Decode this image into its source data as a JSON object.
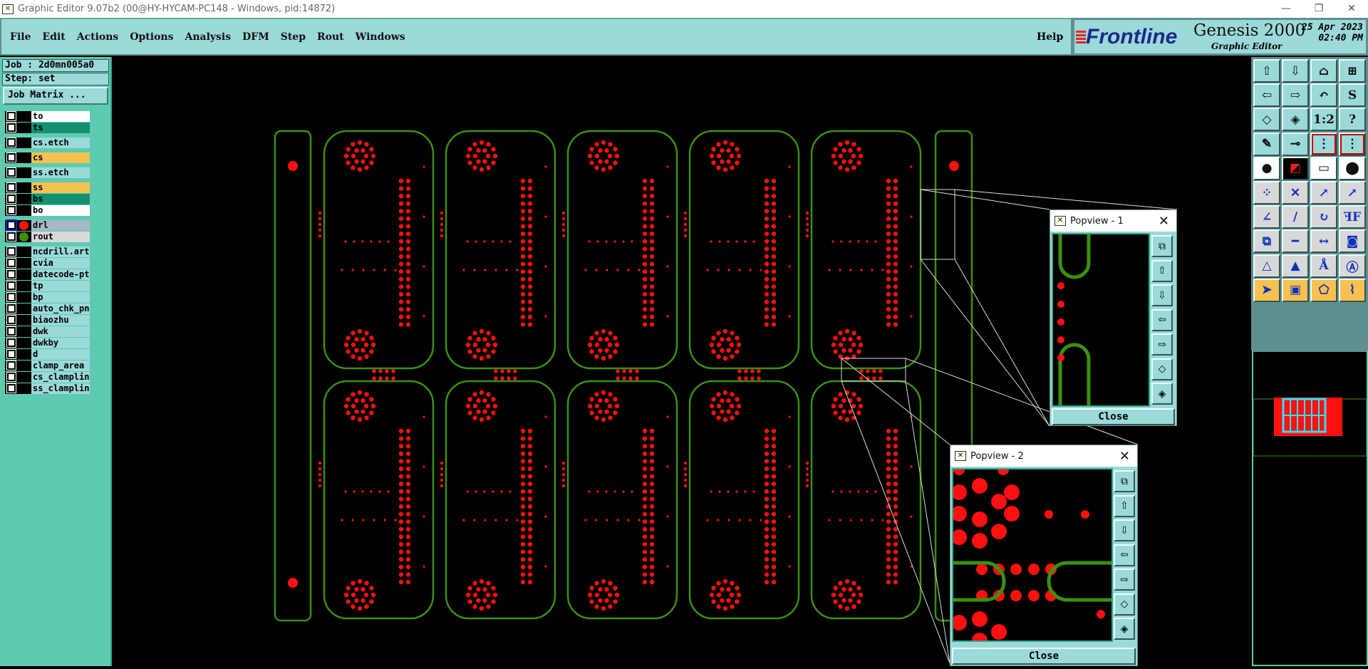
{
  "window": {
    "title": "Graphic Editor 9.07b2 (00@HY-HYCAM-PC148 - Windows, pid:14872)",
    "minimize": "—",
    "maximize": "❐",
    "close": "✕"
  },
  "menu": [
    "File",
    "Edit",
    "Actions",
    "Options",
    "Analysis",
    "DFM",
    "Step",
    "Rout",
    "Windows"
  ],
  "help": "Help",
  "brand": {
    "logo": "Frontline",
    "product": "Genesis 2000",
    "subtitle": "Graphic Editor",
    "date": "25 Apr 2023",
    "time": "02:40 PM"
  },
  "job": {
    "job_label": "Job : 2d0mn005a0",
    "step_label": "Step: set",
    "matrix_button": "Job Matrix ..."
  },
  "layers": [
    {
      "name": "to",
      "color": "#ffffff",
      "group": 0
    },
    {
      "name": "ts",
      "color": "#139070",
      "group": 0
    },
    {
      "name": "cs.etch",
      "color": "#9cd9d9",
      "group": 1
    },
    {
      "name": "cs",
      "color": "#f8c050",
      "group": 2
    },
    {
      "name": "ss.etch",
      "color": "#9cd9d9",
      "group": 3
    },
    {
      "name": "ss",
      "color": "#f8c050",
      "group": 4
    },
    {
      "name": "bs",
      "color": "#139070",
      "group": 4
    },
    {
      "name": "bo",
      "color": "#ffffff",
      "group": 4
    },
    {
      "name": "drl",
      "color": "#a8b8c4",
      "group": 5,
      "display": "#ff1010",
      "active": true
    },
    {
      "name": "rout",
      "color": "#d8d8d8",
      "group": 5,
      "display": "#3a9010"
    },
    {
      "name": "ncdrill.art",
      "color": "#9cd9d9",
      "group": 6
    },
    {
      "name": "cvia",
      "color": "#9cd9d9",
      "group": 6
    },
    {
      "name": "datecode-ptc",
      "color": "#9cd9d9",
      "group": 6
    },
    {
      "name": "tp",
      "color": "#9cd9d9",
      "group": 6
    },
    {
      "name": "bp",
      "color": "#9cd9d9",
      "group": 6
    },
    {
      "name": "auto_chk_pnl",
      "color": "#9cd9d9",
      "group": 6
    },
    {
      "name": "biaozhu",
      "color": "#9cd9d9",
      "group": 6
    },
    {
      "name": "dwk",
      "color": "#9cd9d9",
      "group": 6
    },
    {
      "name": "dwkby",
      "color": "#9cd9d9",
      "group": 6
    },
    {
      "name": "d",
      "color": "#9cd9d9",
      "group": 6
    },
    {
      "name": "clamp_area",
      "color": "#9cd9d9",
      "group": 6
    },
    {
      "name": "cs_clampline",
      "color": "#9cd9d9",
      "group": 6
    },
    {
      "name": "ss_clampline",
      "color": "#9cd9d9",
      "group": 6
    }
  ],
  "tools": [
    {
      "icon": "pan-up-icon",
      "glyph": "⇧",
      "bg": "#9cd9d9"
    },
    {
      "icon": "pan-down-icon",
      "glyph": "⇩",
      "bg": "#9cd9d9"
    },
    {
      "icon": "home-icon",
      "glyph": "⌂",
      "bg": "#9cd9d9"
    },
    {
      "icon": "xy-grid-icon",
      "glyph": "⊞",
      "bg": "#9cd9d9"
    },
    {
      "icon": "pan-left-icon",
      "glyph": "⇦",
      "bg": "#9cd9d9"
    },
    {
      "icon": "pan-right-icon",
      "glyph": "⇨",
      "bg": "#9cd9d9"
    },
    {
      "icon": "undo-view-icon",
      "glyph": "↶",
      "bg": "#9cd9d9"
    },
    {
      "icon": "snake-icon",
      "glyph": "S",
      "bg": "#9cd9d9"
    },
    {
      "icon": "zoom-out-icon",
      "glyph": "◇",
      "bg": "#9cd9d9"
    },
    {
      "icon": "zoom-in-icon",
      "glyph": "◈",
      "bg": "#9cd9d9"
    },
    {
      "icon": "scale-1-2-icon",
      "glyph": "1:2",
      "bg": "#9cd9d9"
    },
    {
      "icon": "help-icon",
      "glyph": "?",
      "bg": "#9cd9d9"
    },
    {
      "icon": "tools-palette-icon",
      "glyph": "✎",
      "bg": "#9cd9d9"
    },
    {
      "icon": "snap-icon",
      "glyph": "⊸",
      "bg": "#9cd9d9"
    },
    {
      "icon": "net-traffic-light-icon",
      "glyph": "⋮",
      "bg": "#9cd9d9"
    },
    {
      "icon": "net-traffic-light-2-icon",
      "glyph": "⋮",
      "bg": "#9cd9d9"
    },
    {
      "icon": "add-pad-icon",
      "glyph": "●",
      "bg": "#ffffff"
    },
    {
      "icon": "feature-select-icon",
      "glyph": "◩",
      "bg": "#000000"
    },
    {
      "icon": "ruler-icon",
      "glyph": "▭",
      "bg": "#ffffff"
    },
    {
      "icon": "pad-outline-icon",
      "glyph": "⬤",
      "bg": "#ffffff"
    },
    {
      "icon": "connect-icon",
      "glyph": "⁘",
      "bg": "#d8d8d8"
    },
    {
      "icon": "delete-icon",
      "glyph": "✕",
      "bg": "#d8d8d8"
    },
    {
      "icon": "move-pad-icon",
      "glyph": "↗",
      "bg": "#d8d8d8"
    },
    {
      "icon": "copy-pad-icon",
      "glyph": "↗",
      "bg": "#d8d8d8"
    },
    {
      "icon": "line-move-icon",
      "glyph": "∠",
      "bg": "#d8d8d8"
    },
    {
      "icon": "line-stretch-icon",
      "glyph": "/",
      "bg": "#d8d8d8"
    },
    {
      "icon": "rotate-icon",
      "glyph": "↻",
      "bg": "#d8d8d8"
    },
    {
      "icon": "mirror-icon",
      "glyph": "ꟻF",
      "bg": "#d8d8d8"
    },
    {
      "icon": "resize-icon",
      "glyph": "⧉",
      "bg": "#d8d8d8"
    },
    {
      "icon": "line-icon",
      "glyph": "━",
      "bg": "#d8d8d8"
    },
    {
      "icon": "measure-icon",
      "glyph": "↔",
      "bg": "#d8d8d8"
    },
    {
      "icon": "contour-icon",
      "glyph": "◙",
      "bg": "#d8d8d8"
    },
    {
      "icon": "arc-icon",
      "glyph": "△",
      "bg": "#d8d8d8"
    },
    {
      "icon": "arc-2-icon",
      "glyph": "▲",
      "bg": "#d8d8d8"
    },
    {
      "icon": "arc-3-icon",
      "glyph": "Å",
      "bg": "#d8d8d8"
    },
    {
      "icon": "arc-4-icon",
      "glyph": "Ⓐ",
      "bg": "#d8d8d8"
    },
    {
      "icon": "select-icon",
      "glyph": "➤",
      "bg": "#f8c050"
    },
    {
      "icon": "select-box-icon",
      "glyph": "▣",
      "bg": "#f8c050"
    },
    {
      "icon": "select-poly-icon",
      "glyph": "⬠",
      "bg": "#f8c050"
    },
    {
      "icon": "select-net-icon",
      "glyph": "⌇",
      "bg": "#f8c050"
    }
  ],
  "popviews": [
    {
      "title": "Popview - 1",
      "close_label": "Close"
    },
    {
      "title": "Popview - 2",
      "close_label": "Close"
    }
  ],
  "popview_tools": [
    {
      "icon": "popview-fit-icon",
      "glyph": "⧉"
    },
    {
      "icon": "pan-up-icon",
      "glyph": "⇧"
    },
    {
      "icon": "pan-down-icon",
      "glyph": "⇩"
    },
    {
      "icon": "pan-left-icon",
      "glyph": "⇦"
    },
    {
      "icon": "pan-right-icon",
      "glyph": "⇨"
    },
    {
      "icon": "zoom-out-icon",
      "glyph": "◇"
    },
    {
      "icon": "zoom-in-icon",
      "glyph": "◈"
    }
  ],
  "colors": {
    "rout": "#3a9010",
    "drill": "#ff1010",
    "panel": "#9cd9d9"
  }
}
